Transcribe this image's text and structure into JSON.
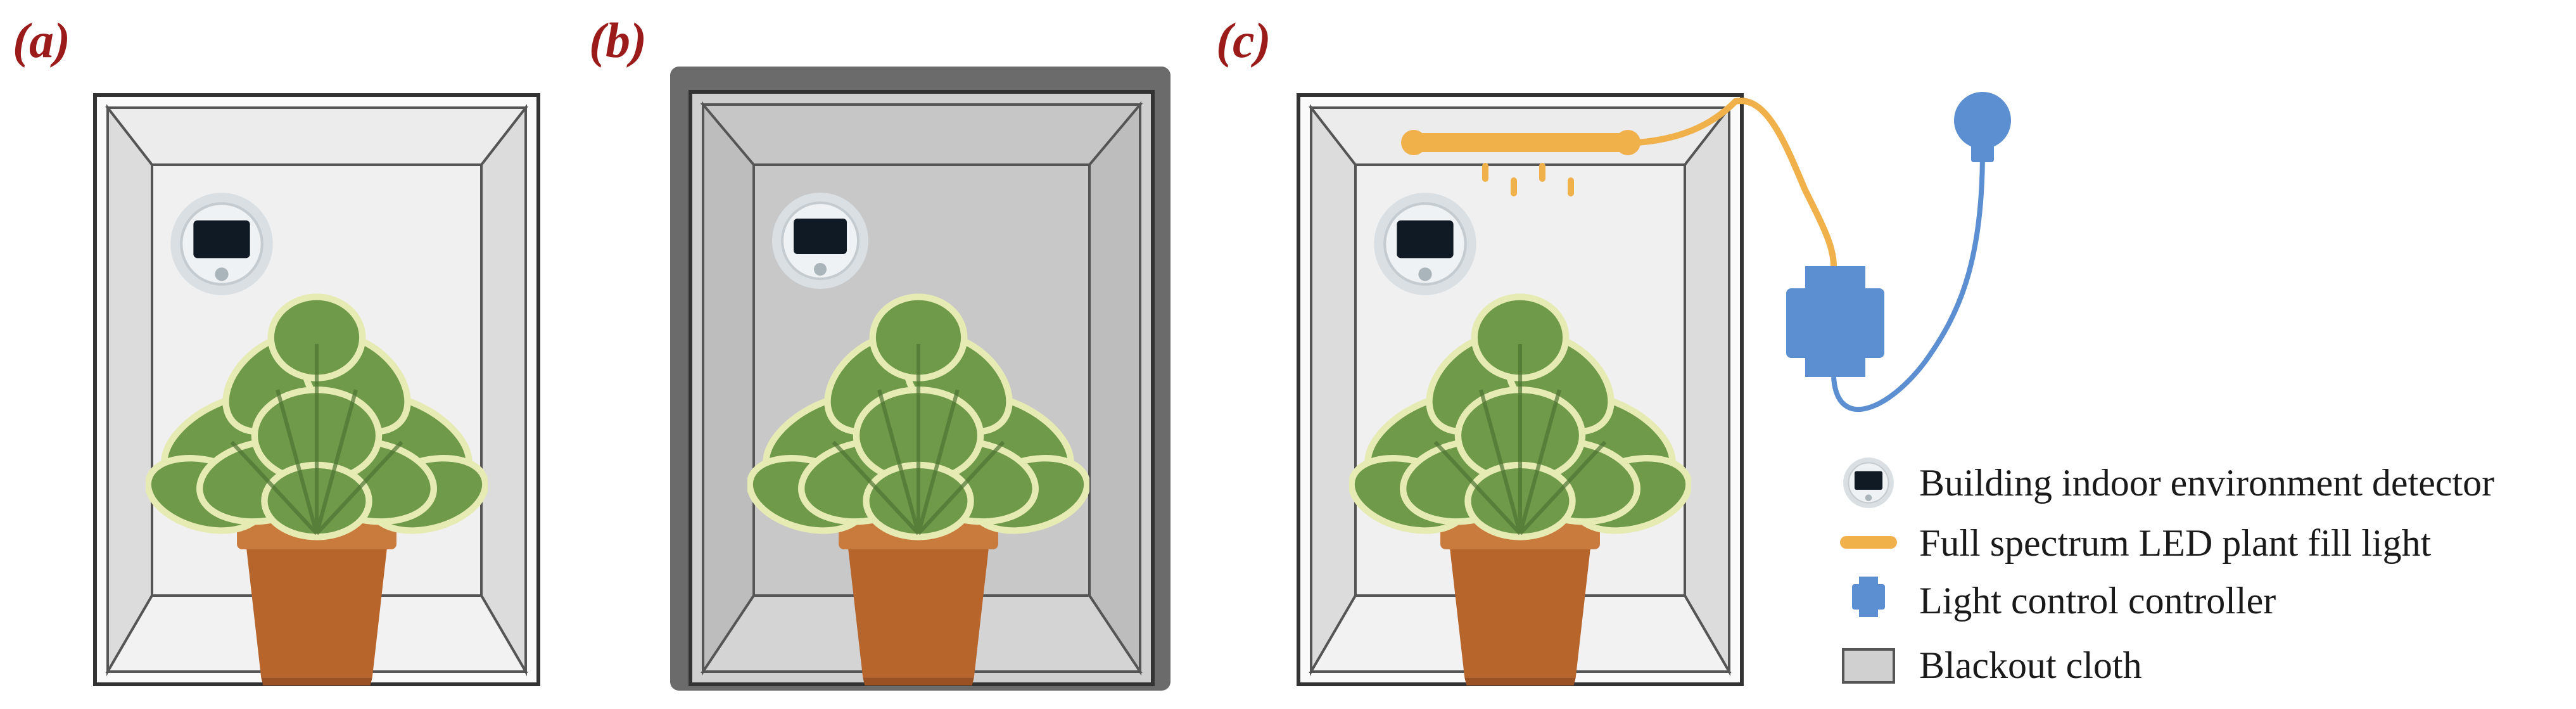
{
  "panels": [
    {
      "label": "(a)"
    },
    {
      "label": "(b)"
    },
    {
      "label": "(c)"
    }
  ],
  "legend": [
    {
      "icon": "environment-detector-icon",
      "text": "Building indoor environment detector"
    },
    {
      "icon": "led-fill-light-icon",
      "text": "Full spectrum LED plant fill light"
    },
    {
      "icon": "light-controller-icon",
      "text": "Light control controller"
    },
    {
      "icon": "blackout-cloth-icon",
      "text": "Blackout cloth"
    }
  ],
  "colors": {
    "panel_label": "#9b1b1b",
    "box_light": "#e8e8e8",
    "box_dark": "#c8c8c8",
    "blackout_frame": "#6b6b6b",
    "led_light": "#f0b04a",
    "controller": "#5b8fd1",
    "pot": "#b8652c",
    "leaf": "#6f9a4a",
    "leaf_edge": "#e6ebb4"
  }
}
